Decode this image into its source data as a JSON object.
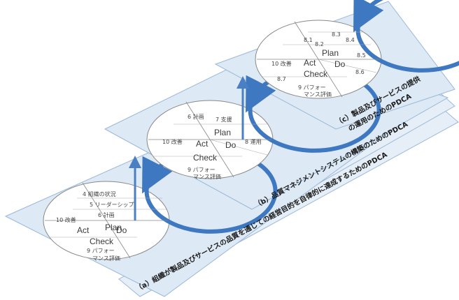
{
  "colors": {
    "plane_fill": "#dde9f5",
    "plane_stroke": "#9bb8d8",
    "cycle_arrow": "#3e78c0",
    "axis_arrow": "#4a7fc4"
  },
  "labels": {
    "a": "（a）組織が製品及びサービスの品質を通じての経営目的を自律的に達成するためのPDCA",
    "b": "（b）品質マネジメントシステムの構築のためのPDCA",
    "c1": "（c）製品及びサービスの提供",
    "c2": "の運用のためのPDCA"
  },
  "cycle_a": {
    "plan": "Plan",
    "do": "Do",
    "check": "Check",
    "act": "Act",
    "plan_items": [
      "4 組織の状況",
      "5 リーダーシップ",
      "6 計画"
    ],
    "act_item": "10 改善",
    "check_item1": "9 パフォー",
    "check_item2": "マンス評価"
  },
  "cycle_b": {
    "plan": "Plan",
    "do": "Do",
    "check": "Check",
    "act": "Act",
    "plan_items": [
      "6 計画",
      "7 支援"
    ],
    "do_item": "8 運用",
    "act_item": "10 改善",
    "check_item1": "9 パフォー",
    "check_item2": "マンス評価"
  },
  "cycle_c": {
    "plan": "Plan",
    "do": "Do",
    "check": "Check",
    "act": "Act",
    "plan_items": [
      "8.1",
      "8.2",
      "8.3",
      "8.4"
    ],
    "do_items": [
      "8.5",
      "8.6"
    ],
    "act_items": [
      "10 改善",
      "8.7"
    ],
    "check_item1": "9 パフォー",
    "check_item2": "マンス評価"
  }
}
